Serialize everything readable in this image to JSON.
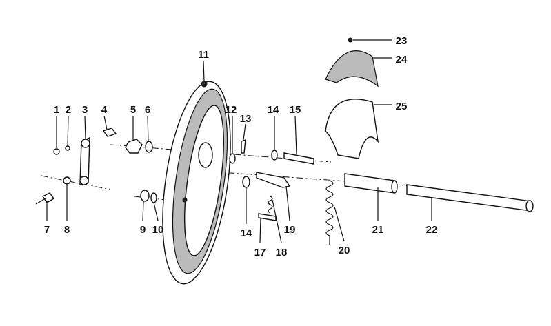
{
  "diagram": {
    "type": "exploded parts diagram - drum brake assembly",
    "callouts": [
      "1",
      "2",
      "3",
      "4",
      "5",
      "6",
      "7",
      "8",
      "9",
      "10",
      "11",
      "12",
      "13",
      "14",
      "15",
      "14",
      "17",
      "18",
      "19",
      "20",
      "21",
      "22",
      "23",
      "24",
      "25"
    ]
  }
}
